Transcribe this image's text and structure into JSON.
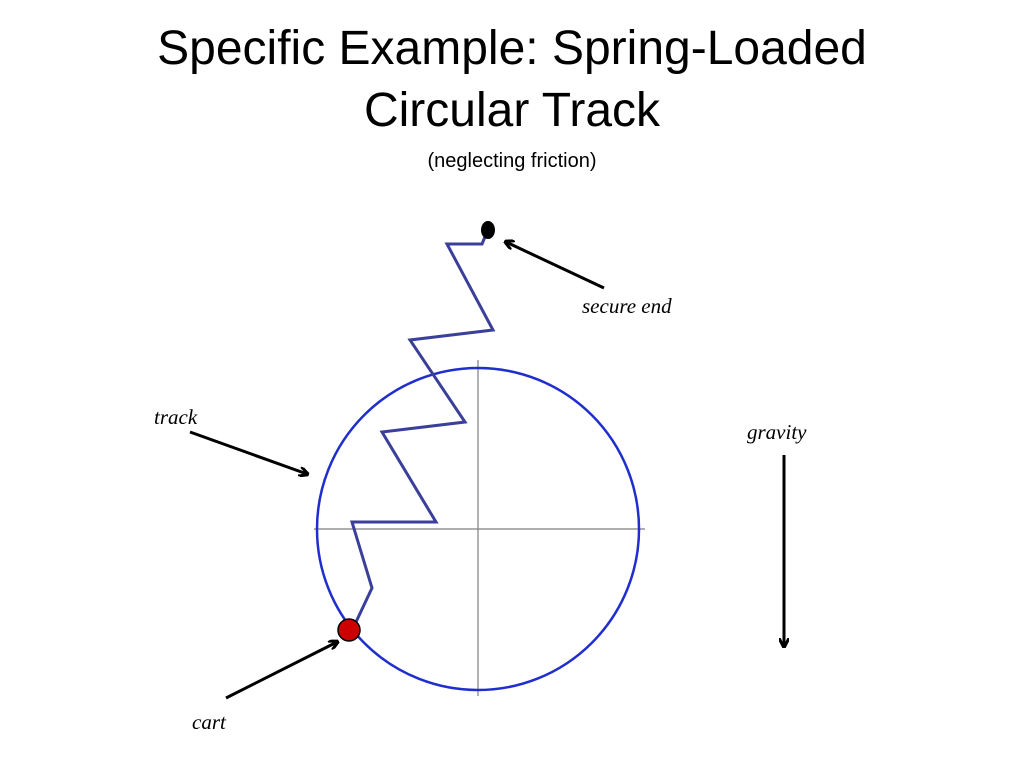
{
  "title": {
    "line1": "Specific Example: Spring-Loaded",
    "line2": "Circular Track"
  },
  "subtitle": "(neglecting friction)",
  "labels": {
    "secure_end": "secure end",
    "track": "track",
    "gravity": "gravity",
    "cart": "cart"
  },
  "colors": {
    "track": "#1f2ecc",
    "spring": "#3a3f99",
    "cart": "#cc0000",
    "axes": "#7f7f7f",
    "arrows": "#000000"
  }
}
